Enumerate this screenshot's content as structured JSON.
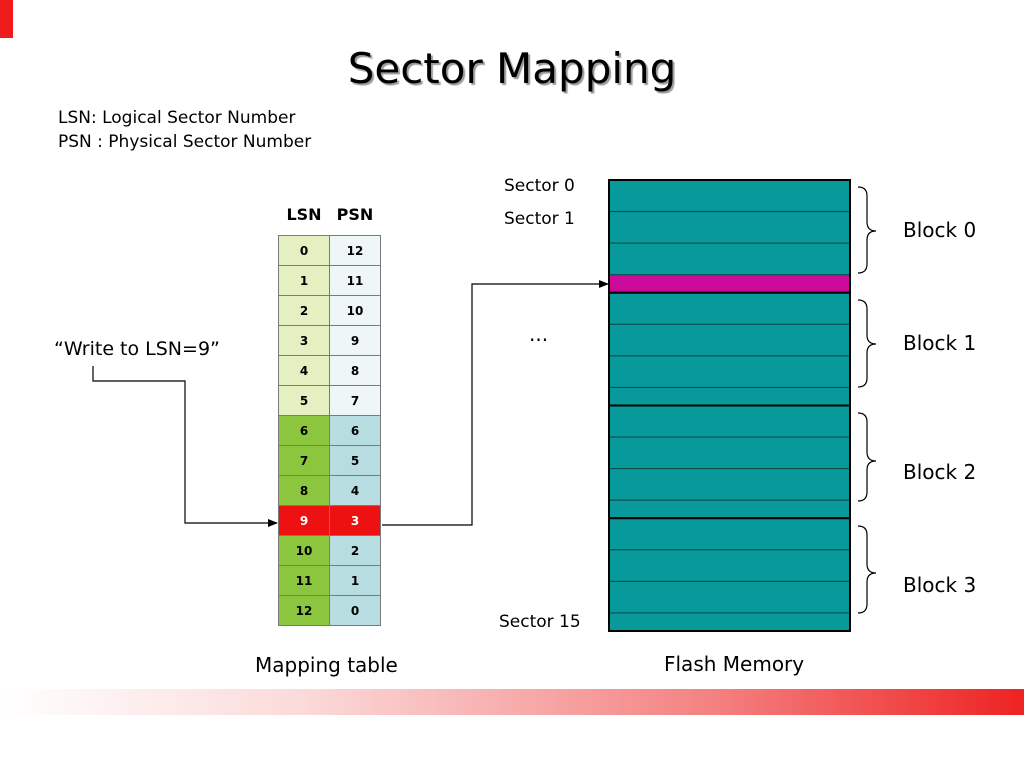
{
  "title": "Sector Mapping",
  "definitions": [
    "LSN: Logical Sector Number",
    "PSN : Physical Sector Number"
  ],
  "table": {
    "headers": [
      "LSN",
      "PSN"
    ],
    "rows": [
      {
        "lsn": "0",
        "psn": "12"
      },
      {
        "lsn": "1",
        "psn": "11"
      },
      {
        "lsn": "2",
        "psn": "10"
      },
      {
        "lsn": "3",
        "psn": "9"
      },
      {
        "lsn": "4",
        "psn": "8"
      },
      {
        "lsn": "5",
        "psn": "7"
      },
      {
        "lsn": "6",
        "psn": "6"
      },
      {
        "lsn": "7",
        "psn": "5"
      },
      {
        "lsn": "8",
        "psn": "4"
      },
      {
        "lsn": "9",
        "psn": "3"
      },
      {
        "lsn": "10",
        "psn": "2"
      },
      {
        "lsn": "11",
        "psn": "1"
      },
      {
        "lsn": "12",
        "psn": "0"
      }
    ],
    "highlight_row": 9,
    "caption": "Mapping table"
  },
  "request_label": "“Write to LSN=9”",
  "flash": {
    "sector_labels": [
      "Sector 0",
      "Sector 1",
      "Sector 15"
    ],
    "ellipsis": "...",
    "blocks": [
      "Block 0",
      "Block 1",
      "Block 2",
      "Block 3"
    ],
    "highlight_sector": 3,
    "caption": "Flash Memory"
  },
  "colors": {
    "lsn_light": "#e5f0c2",
    "lsn_dark": "#8cc63f",
    "psn_light": "#eef6f6",
    "psn_dark": "#b7dde0",
    "highlight": "#ee1111",
    "flash_sector": "#089a9a",
    "flash_highlight": "#cc0a99",
    "accent_red": "#f01c1c"
  }
}
